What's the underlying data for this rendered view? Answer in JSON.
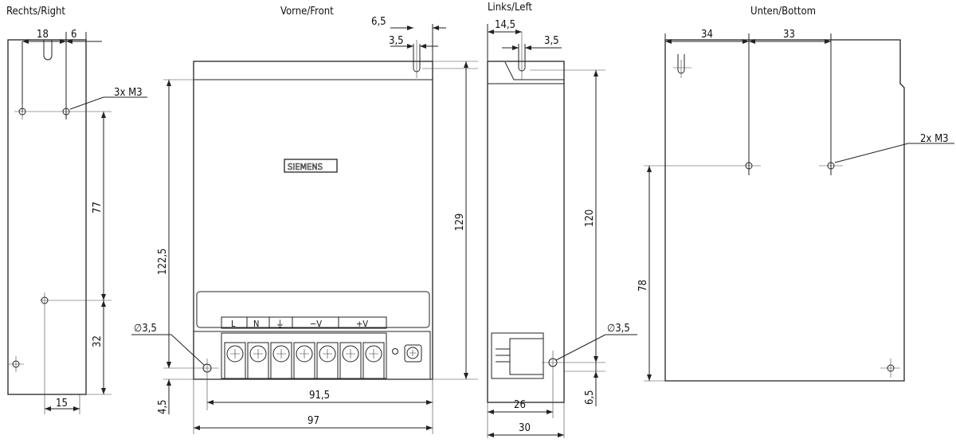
{
  "views": {
    "right": "Rechts/Right",
    "front": "Vorne/Front",
    "left": "Links/Left",
    "bottom": "Unten/Bottom"
  },
  "right": {
    "d18": "18",
    "d6": "6",
    "holes": "3x M3",
    "d77": "77",
    "d32": "32",
    "d15": "15"
  },
  "front": {
    "d6_5": "6,5",
    "d3_5": "3,5",
    "d122_5": "122,5",
    "d129": "129",
    "d4_5": "4,5",
    "d91_5": "91,5",
    "d97": "97",
    "hole": "∅3,5",
    "logo": "SIEMENS",
    "terminals": [
      "L",
      "N",
      "⏚",
      "−V",
      "+V"
    ]
  },
  "left": {
    "d14_5": "14,5",
    "d3_5": "3,5",
    "d120": "120",
    "d6_5": "6,5",
    "d26": "26",
    "d30": "30",
    "hole": "∅3,5"
  },
  "bottom": {
    "d34": "34",
    "d33": "33",
    "holes": "2x M3",
    "d78": "78"
  }
}
